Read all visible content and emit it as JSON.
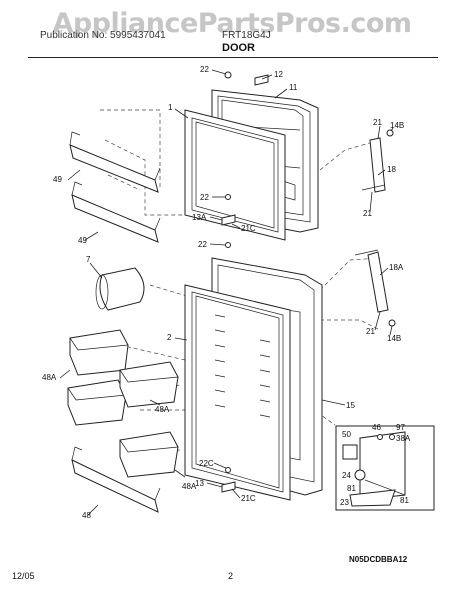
{
  "watermark": "AppliancePartsPros.com",
  "header": {
    "left": "Publication No: 5995437041",
    "right": "FRT18G4J",
    "title": "DOOR"
  },
  "callouts": {
    "c22a": "22",
    "c12": "12",
    "c11": "11",
    "c1": "1",
    "c21a": "21",
    "c14b_a": "14B",
    "c18": "18",
    "c49a": "49",
    "c49b": "49",
    "c22b": "22",
    "c13a": "13A",
    "c21c_a": "21C",
    "c21b": "21",
    "c22c": "22",
    "c7": "7",
    "c18a": "18A",
    "c21c": "21",
    "c14b_b": "14B",
    "c2": "2",
    "c48a_a": "48A",
    "c48a_b": "48A",
    "c15": "15",
    "c22c_b": "22C",
    "c13": "13",
    "c48a_c": "48A",
    "c21c_b": "21C",
    "c48": "48",
    "c50": "50",
    "c46": "46",
    "c97": "97",
    "c38a": "38A",
    "c24": "24",
    "c81a": "81",
    "c81b": "81",
    "c23": "23"
  },
  "diagram_ref": "N05DCDBBA12",
  "footer": {
    "date": "12/05",
    "page": "2"
  }
}
